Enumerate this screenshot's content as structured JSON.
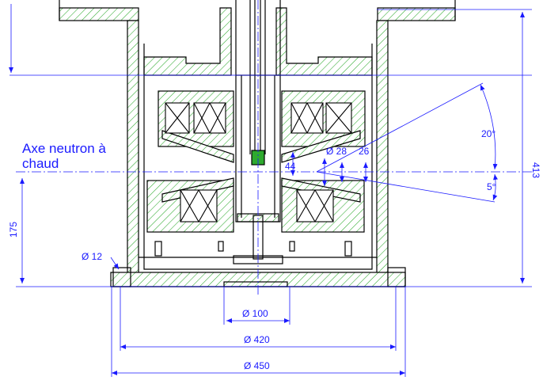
{
  "drawing": {
    "title_line1": "Axe neutron à",
    "title_line2": "chaud",
    "colors": {
      "line": "#000000",
      "dim": "#1a1aff",
      "hatch": "#2eaa2e"
    },
    "dimensions": {
      "d100": "Ø 100",
      "d420": "Ø 420",
      "d450": "Ø 450",
      "d12": "Ø 12",
      "d28": "Ø 28",
      "h26": "26",
      "h44": "44",
      "h175": "175",
      "h413": "413",
      "ang20": "20°",
      "ang5": "5°"
    }
  }
}
